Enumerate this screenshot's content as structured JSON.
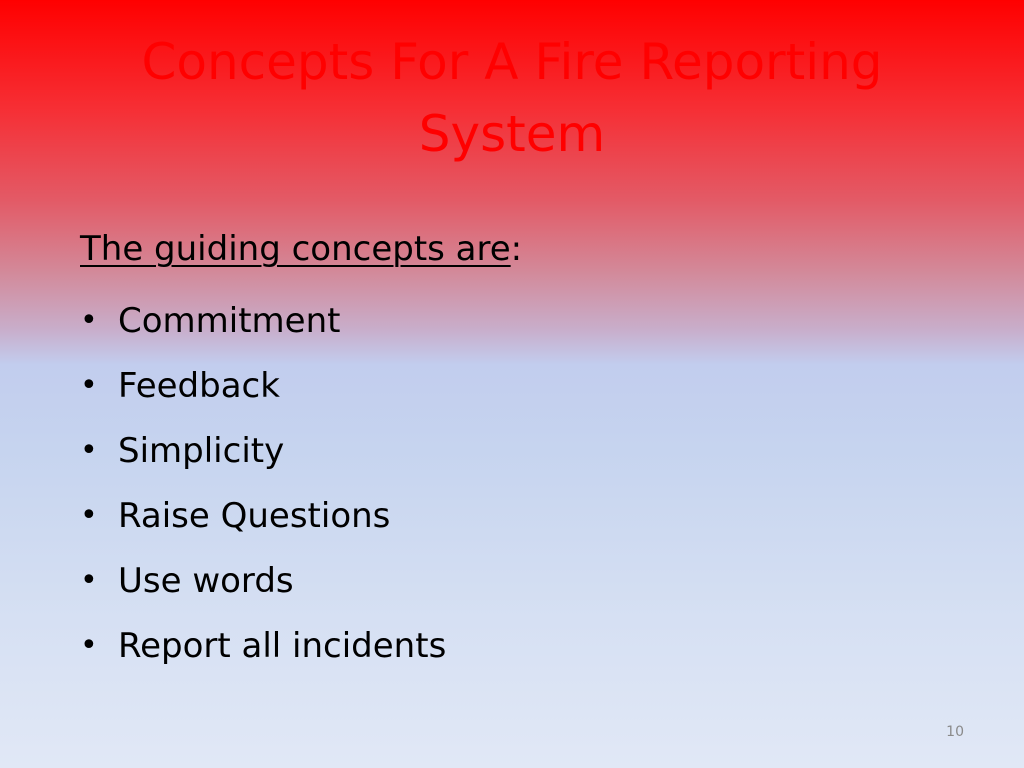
{
  "slide": {
    "title_line1": "Concepts For A Fire Reporting",
    "title_line2": "System",
    "intro_underlined": "The guiding concepts are",
    "intro_suffix": ":",
    "bullets": [
      "Commitment",
      "Feedback",
      "Simplicity",
      "Raise Questions",
      "Use words",
      "Report all incidents"
    ],
    "bullet_glyph": "•",
    "page_number": "10"
  },
  "colors": {
    "title": "#ff0000",
    "text": "#000000",
    "gradient_top": "#ff0000",
    "gradient_bottom": "#e1e8f6"
  }
}
